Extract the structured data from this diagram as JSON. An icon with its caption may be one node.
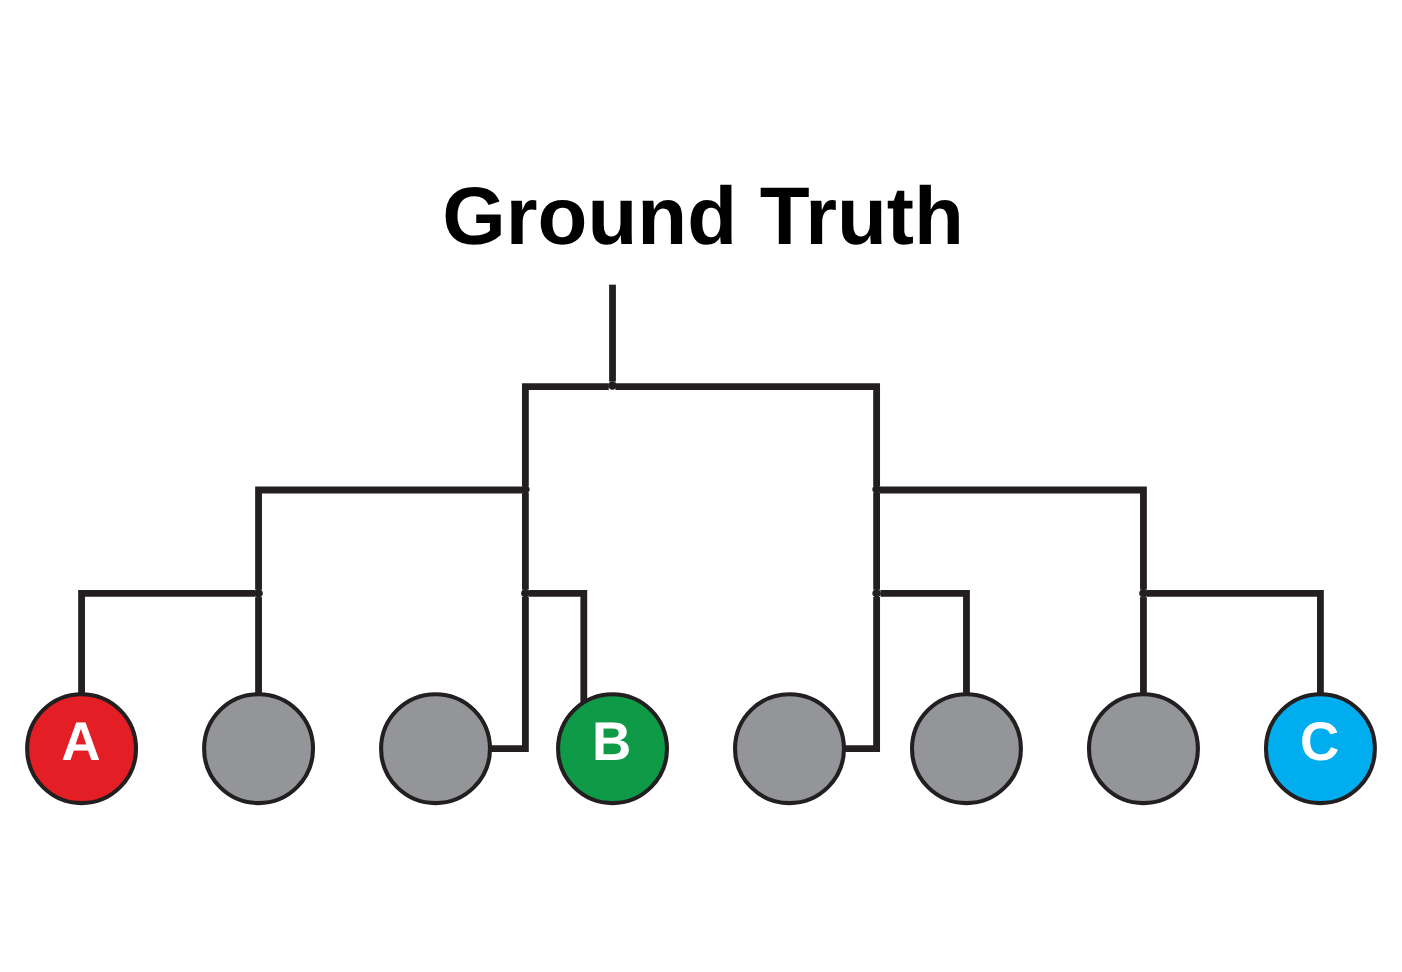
{
  "diagram": {
    "title": "Ground Truth",
    "nodes": [
      {
        "text": [],
        "shape": "point"
      },
      {
        "text": [],
        "shape": "point"
      },
      {
        "text": [],
        "shape": "point"
      },
      {
        "text": [],
        "shape": "point"
      },
      {
        "text": [],
        "shape": "point"
      },
      {
        "text": [],
        "shape": "point"
      },
      {
        "text": [],
        "shape": "point"
      },
      {
        "text": [
          "A"
        ]
      },
      {
        "text": [],
        "shape": "circle"
      },
      {
        "text": [],
        "shape": "circle"
      },
      {
        "text": [
          "B"
        ]
      },
      {
        "text": [],
        "shape": "circle"
      },
      {
        "text": [],
        "shape": "circle"
      },
      {
        "text": [],
        "shape": "circle"
      },
      {
        "text": [
          "C"
        ]
      }
    ],
    "edges": [
      {
        "from": null,
        "to": 0,
        "arrow": "none"
      },
      {
        "from": 0,
        "to": 1,
        "arrow": "none"
      },
      {
        "from": 0,
        "to": 2,
        "arrow": "none"
      },
      {
        "from": 1,
        "to": 3,
        "arrow": "none"
      },
      {
        "from": 1,
        "to": 4,
        "arrow": "none"
      },
      {
        "from": 2,
        "to": 5,
        "arrow": "none"
      },
      {
        "from": 2,
        "to": 6,
        "arrow": "none"
      },
      {
        "from": 3,
        "to": 7,
        "arrow": "none"
      },
      {
        "from": 3,
        "to": 8,
        "arrow": "none"
      },
      {
        "from": 4,
        "to": 9,
        "arrow": "none"
      },
      {
        "from": 4,
        "to": 10,
        "arrow": "none"
      },
      {
        "from": 5,
        "to": 11,
        "arrow": "none"
      },
      {
        "from": 5,
        "to": 12,
        "arrow": "none"
      },
      {
        "from": 6,
        "to": 13,
        "arrow": "none"
      },
      {
        "from": 6,
        "to": 14,
        "arrow": "none"
      }
    ]
  }
}
